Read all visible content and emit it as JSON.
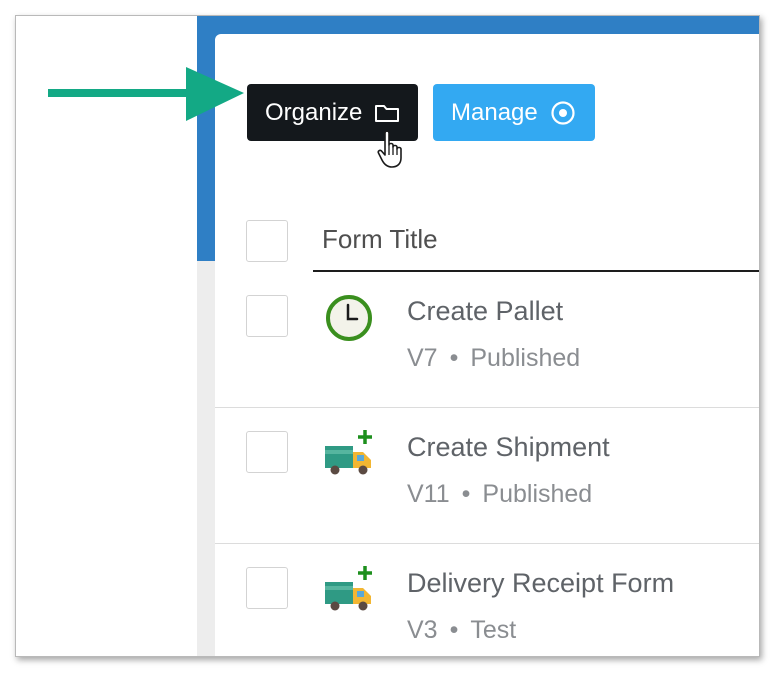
{
  "toolbar": {
    "organize_label": "Organize",
    "manage_label": "Manage"
  },
  "table": {
    "column_title": "Form Title"
  },
  "forms": [
    {
      "title": "Create Pallet",
      "version": "V7",
      "status": "Published",
      "icon": "clock-icon"
    },
    {
      "title": "Create Shipment",
      "version": "V11",
      "status": "Published",
      "icon": "truck-add-icon"
    },
    {
      "title": "Delivery Receipt Form",
      "version": "V3",
      "status": "Test",
      "icon": "truck-add-icon"
    }
  ],
  "separator": "•",
  "colors": {
    "organize_bg": "#14181c",
    "manage_bg": "#33a9f2",
    "header_band": "#2f7fc5",
    "annotation_arrow": "#13a985"
  }
}
